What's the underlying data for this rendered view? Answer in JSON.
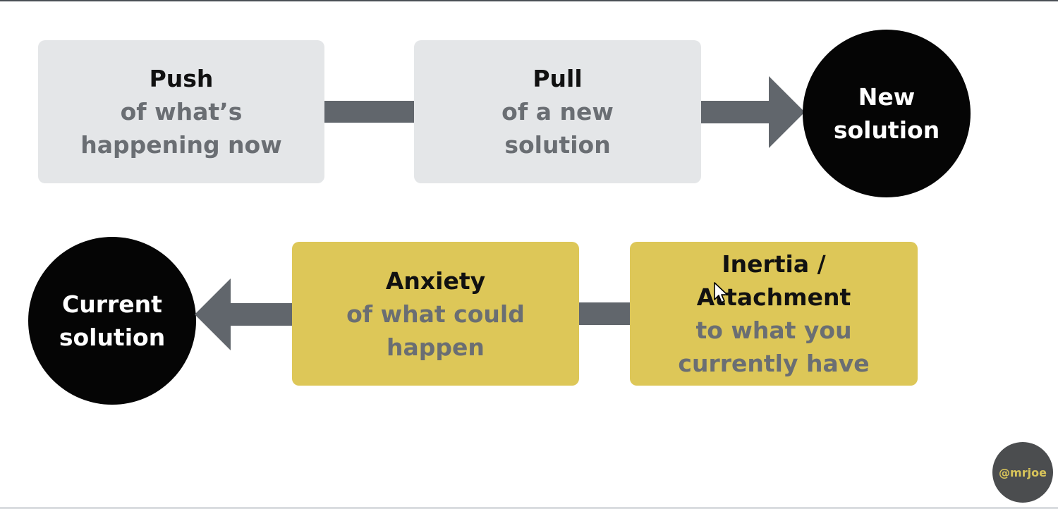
{
  "colors": {
    "force_box_top": "#e4e6e8",
    "force_box_bottom": "#ddc758",
    "solution_circle": "#050505",
    "connector": "#61666c",
    "title_text": "#111111",
    "subtitle_text": "#6a6e73",
    "badge": "#4b4d4f",
    "badge_text": "#d8c45a"
  },
  "forces": {
    "push": {
      "title": "Push",
      "sub_line1": "of what’s",
      "sub_line2": "happening now"
    },
    "pull": {
      "title": "Pull",
      "sub_line1": "of a new",
      "sub_line2": "solution"
    },
    "anxiety": {
      "title": "Anxiety",
      "sub_line1": "of what could",
      "sub_line2": "happen"
    },
    "inertia": {
      "title_line1": "Inertia /",
      "title_line2": "Attachment",
      "sub_line1": "to what you",
      "sub_line2": "currently have"
    }
  },
  "solutions": {
    "new": {
      "line1": "New",
      "line2": "solution"
    },
    "current": {
      "line1": "Current",
      "line2": "solution"
    }
  },
  "handle": "@mrjoe",
  "icons": {
    "arrow_right": "arrow-right-icon",
    "arrow_left": "arrow-left-icon",
    "cursor": "mouse-pointer-icon"
  }
}
